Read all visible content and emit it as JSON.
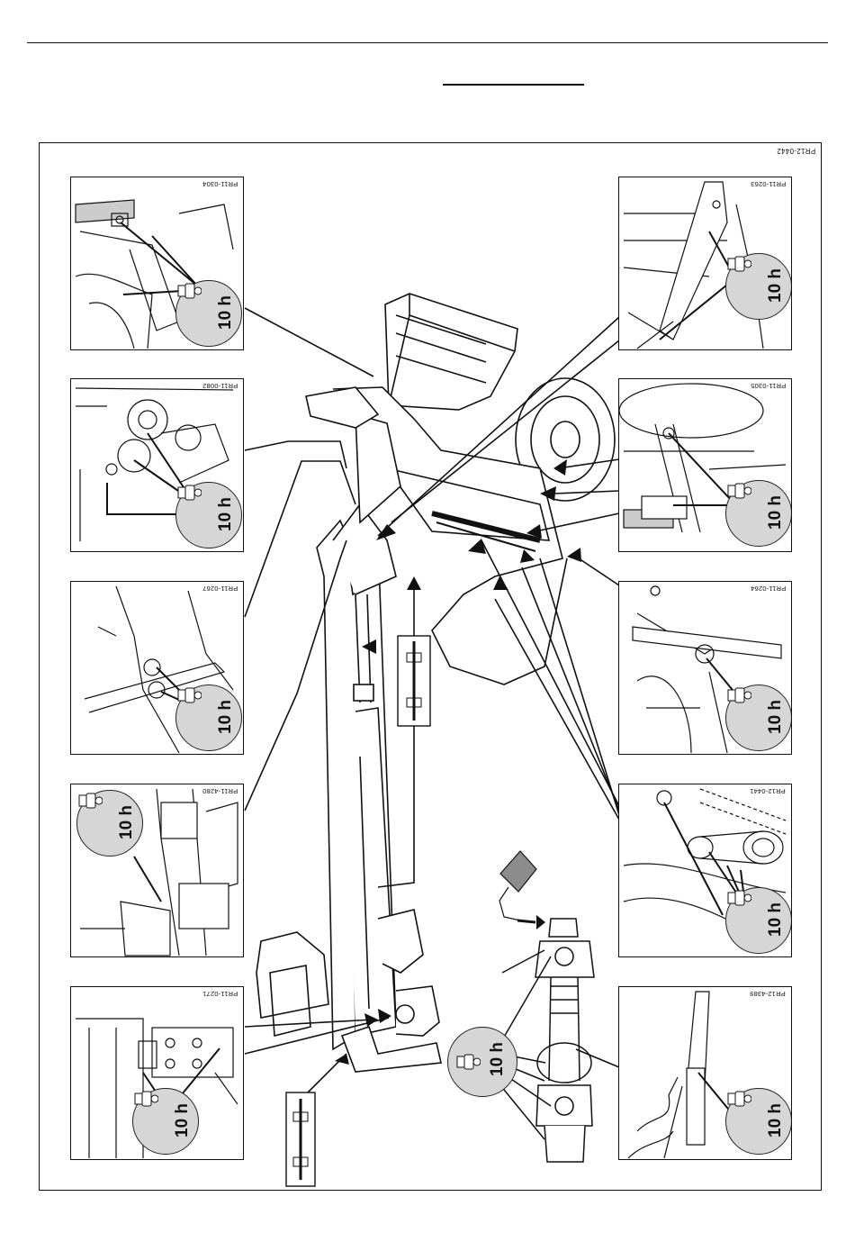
{
  "document": {
    "figure_code": "PR12-0442"
  },
  "panels": [
    {
      "code": "PR11-0304",
      "interval": "10 h"
    },
    {
      "code": "PR11-0082",
      "interval": "10 h"
    },
    {
      "code": "PR11-0267",
      "interval": "10 h"
    },
    {
      "code": "PR11-4280",
      "interval": "10 h"
    },
    {
      "code": "PR11-0271",
      "interval": "10 h"
    },
    {
      "code": "PR11-0263",
      "interval": "10 h"
    },
    {
      "code": "PR11-0305",
      "interval": "10 h"
    },
    {
      "code": "PR11-0264",
      "interval": "10 h"
    },
    {
      "code": "PR12-0441",
      "interval": "10 h"
    },
    {
      "code": "PR12-4389",
      "interval": "10 h"
    }
  ],
  "driveshaft_callout": {
    "interval": "10 h"
  },
  "icons": {
    "grease_nipple": "grease-nipple-icon",
    "grease_gun": "grease-gun-icon"
  }
}
